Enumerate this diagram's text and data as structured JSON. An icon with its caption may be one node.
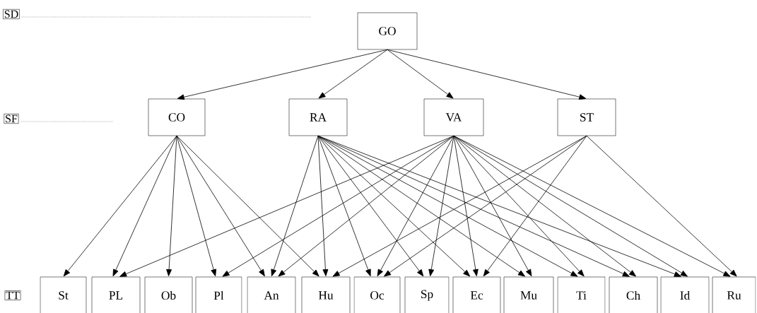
{
  "diagram": {
    "nodes": [
      {
        "text": [
          "SD"
        ]
      },
      {
        "text": [
          "GO"
        ]
      },
      {
        "text": [
          "SF"
        ]
      },
      {
        "text": [
          "CO"
        ]
      },
      {
        "text": [
          "RA"
        ]
      },
      {
        "text": [
          "VA"
        ]
      },
      {
        "text": [
          "ST"
        ]
      },
      {
        "text": [
          "TT"
        ]
      },
      {
        "text": [
          "St"
        ]
      },
      {
        "text": [
          "PL"
        ]
      },
      {
        "text": [
          "Ob"
        ]
      },
      {
        "text": [
          "Pl"
        ]
      },
      {
        "text": [
          "An"
        ]
      },
      {
        "text": [
          "Hu"
        ]
      },
      {
        "text": [
          "Oc"
        ]
      },
      {
        "text": [
          "Sp"
        ]
      },
      {
        "text": [
          "Ec"
        ]
      },
      {
        "text": [
          "Mu"
        ]
      },
      {
        "text": [
          "Ti"
        ]
      },
      {
        "text": [
          "Ch"
        ]
      },
      {
        "text": [
          "Id"
        ]
      },
      {
        "text": [
          "Ru"
        ]
      }
    ],
    "edges": [
      {
        "from": 1,
        "to": 3,
        "arrow": "to"
      },
      {
        "from": 1,
        "to": 4,
        "arrow": "to"
      },
      {
        "from": 1,
        "to": 5,
        "arrow": "to"
      },
      {
        "from": 1,
        "to": 6,
        "arrow": "to"
      },
      {
        "from": 3,
        "to": 8,
        "arrow": "to"
      },
      {
        "from": 3,
        "to": 9,
        "arrow": "to"
      },
      {
        "from": 3,
        "to": 10,
        "arrow": "to"
      },
      {
        "from": 3,
        "to": 11,
        "arrow": "to"
      },
      {
        "from": 3,
        "to": 12,
        "arrow": "to"
      },
      {
        "from": 3,
        "to": 13,
        "arrow": "to"
      },
      {
        "from": 4,
        "to": 12,
        "arrow": "to"
      },
      {
        "from": 4,
        "to": 13,
        "arrow": "to"
      },
      {
        "from": 4,
        "to": 14,
        "arrow": "to"
      },
      {
        "from": 4,
        "to": 15,
        "arrow": "to"
      },
      {
        "from": 4,
        "to": 16,
        "arrow": "to"
      },
      {
        "from": 4,
        "to": 17,
        "arrow": "to"
      },
      {
        "from": 4,
        "to": 18,
        "arrow": "to"
      },
      {
        "from": 4,
        "to": 19,
        "arrow": "to"
      },
      {
        "from": 4,
        "to": 20,
        "arrow": "to"
      },
      {
        "from": 5,
        "to": 9,
        "arrow": "to"
      },
      {
        "from": 5,
        "to": 11,
        "arrow": "to"
      },
      {
        "from": 5,
        "to": 12,
        "arrow": "to"
      },
      {
        "from": 5,
        "to": 14,
        "arrow": "to"
      },
      {
        "from": 5,
        "to": 15,
        "arrow": "to"
      },
      {
        "from": 5,
        "to": 16,
        "arrow": "to"
      },
      {
        "from": 5,
        "to": 17,
        "arrow": "to"
      },
      {
        "from": 5,
        "to": 18,
        "arrow": "to"
      },
      {
        "from": 5,
        "to": 19,
        "arrow": "to"
      },
      {
        "from": 5,
        "to": 20,
        "arrow": "to"
      },
      {
        "from": 5,
        "to": 21,
        "arrow": "to"
      },
      {
        "from": 6,
        "to": 13,
        "arrow": "to"
      },
      {
        "from": 6,
        "to": 14,
        "arrow": "to"
      },
      {
        "from": 6,
        "to": 16,
        "arrow": "to"
      },
      {
        "from": 6,
        "to": 21,
        "arrow": "to"
      }
    ]
  }
}
